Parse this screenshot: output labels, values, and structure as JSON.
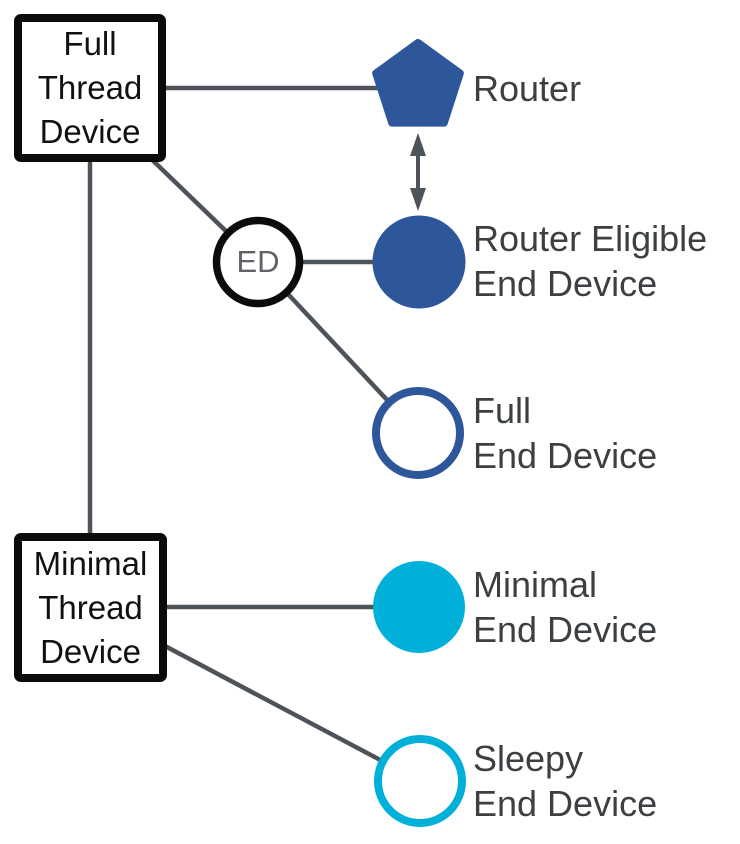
{
  "colors": {
    "navy": "#2d579a",
    "cyan": "#00b0d9",
    "line": "#4d5358",
    "label": "#3c4043",
    "box_text": "#111111",
    "box_border": "#0b0b0b",
    "ed_text": "#5f6368",
    "background": "#ffffff"
  },
  "boxes": {
    "full_thread_device": {
      "line1": "Full",
      "line2": "Thread",
      "line3": "Device"
    },
    "minimal_thread_device": {
      "line1": "Minimal",
      "line2": "Thread",
      "line3": "Device"
    }
  },
  "nodes": {
    "router": {
      "label": "Router"
    },
    "router_eligible_end_device": {
      "label_line1": "Router Eligible",
      "label_line2": "End Device"
    },
    "end_device_badge": {
      "text": "ED"
    },
    "full_end_device": {
      "label_line1": "Full",
      "label_line2": "End Device"
    },
    "minimal_end_device": {
      "label_line1": "Minimal",
      "label_line2": "End Device"
    },
    "sleepy_end_device": {
      "label_line1": "Sleepy",
      "label_line2": "End Device"
    }
  }
}
